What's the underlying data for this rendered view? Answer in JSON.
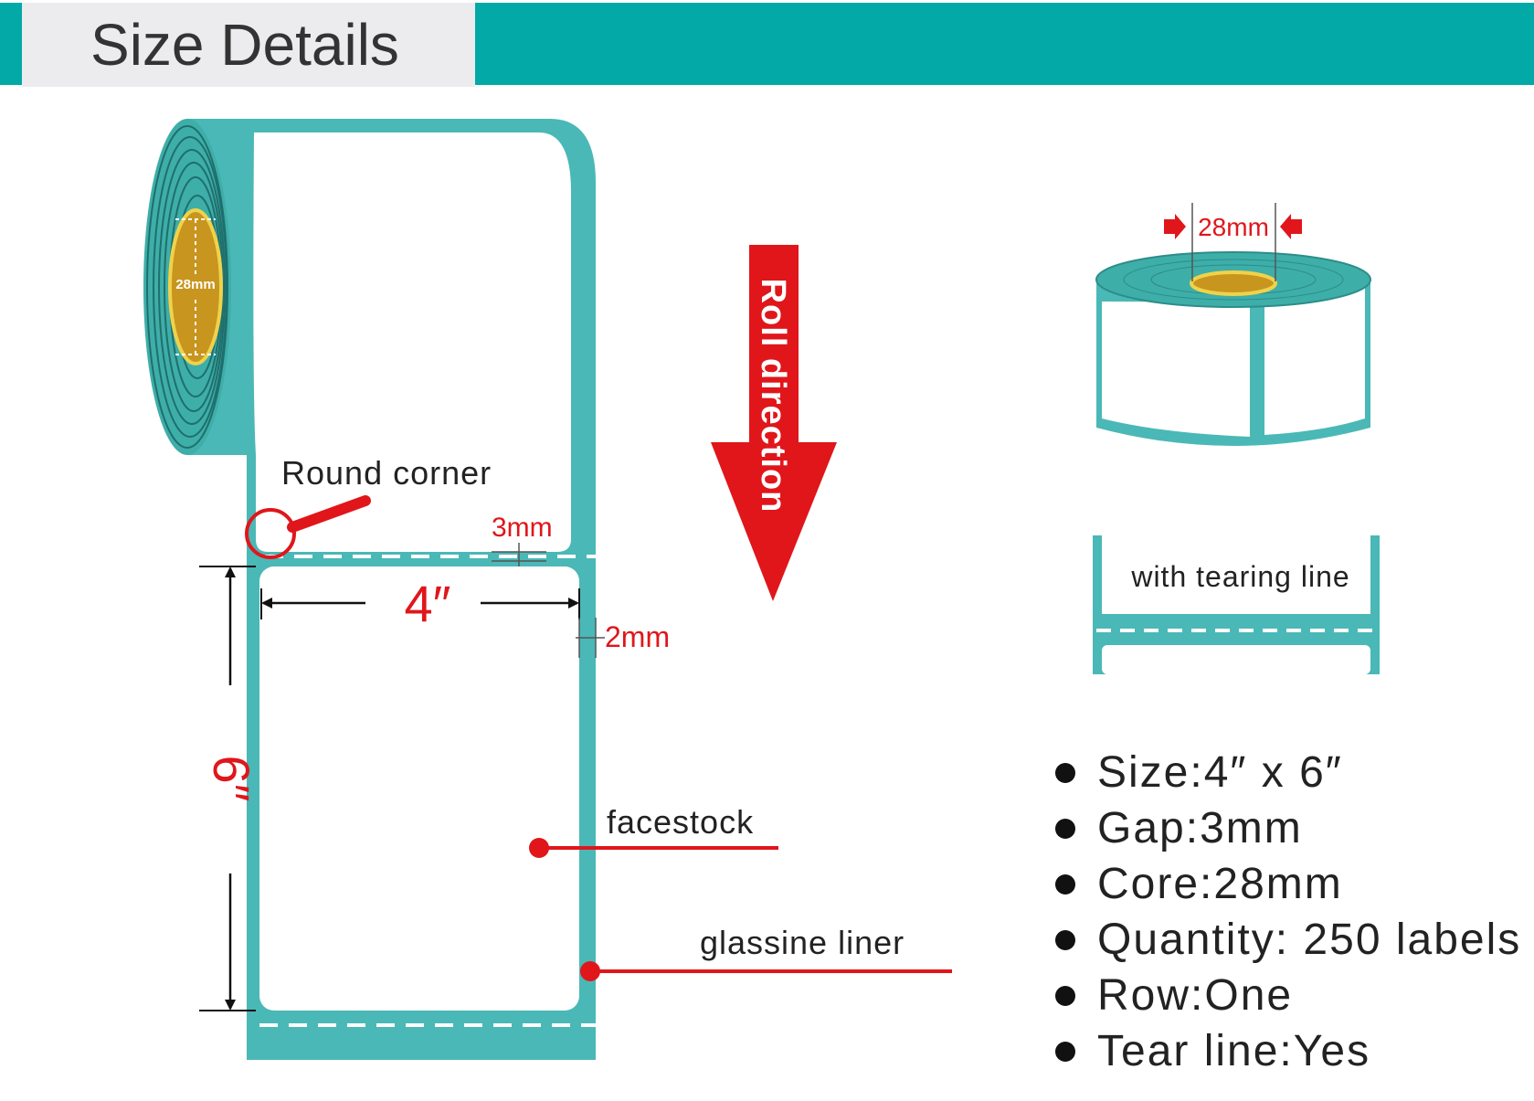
{
  "header": {
    "title": "Size Details"
  },
  "colors": {
    "teal": "#4ab8b6",
    "header_teal": "#02a9a6",
    "red": "#e0161b",
    "core": "#c8951f"
  },
  "roll_diagram": {
    "core_label": "28mm",
    "round_corner_label": "Round corner",
    "gap_label": "3mm",
    "width_label": "4″",
    "height_label": "6″",
    "margin_label": "2mm",
    "facestock_label": "facestock",
    "liner_label": "glassine liner"
  },
  "arrow": {
    "label": "Roll direction"
  },
  "side_roll": {
    "core_label": "28mm"
  },
  "tear_sample": {
    "label": "with tearing line"
  },
  "specs": [
    "Size:4″  x 6″",
    "Gap:3mm",
    "Core:28mm",
    "Quantity: 250 labels",
    "Row:One",
    "Tear line:Yes"
  ]
}
